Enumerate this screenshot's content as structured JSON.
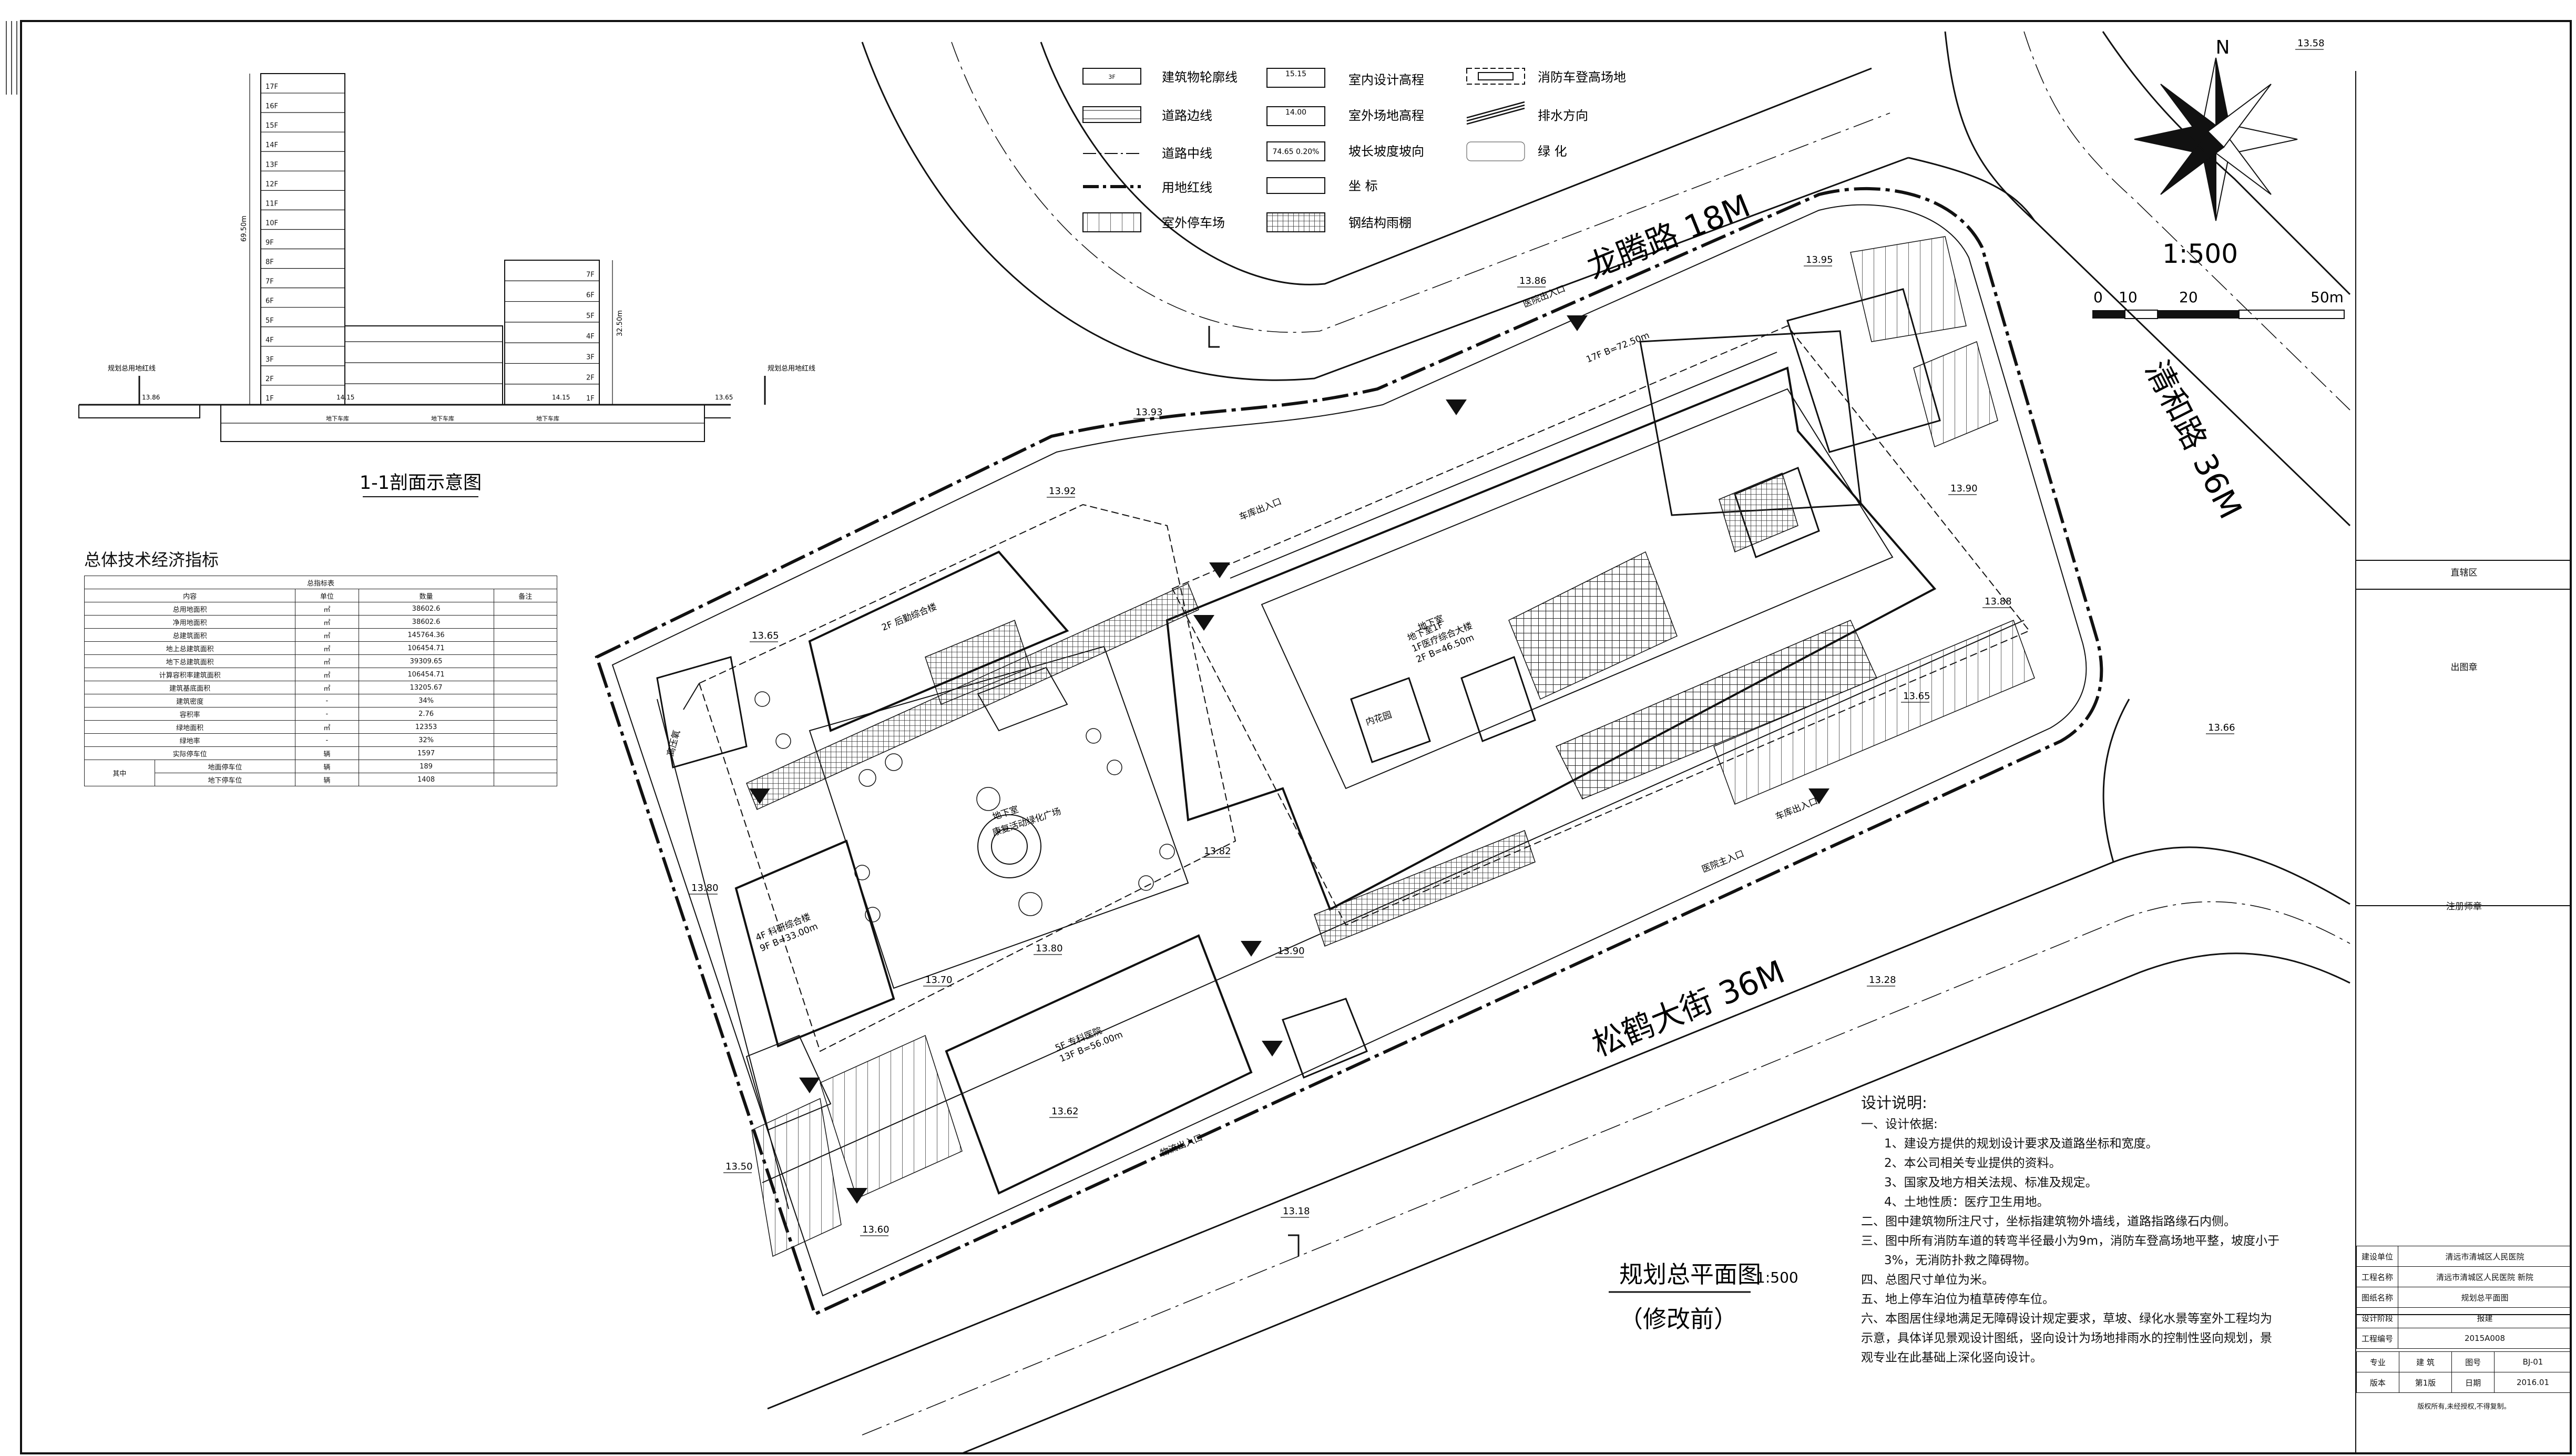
{
  "titles": {
    "main": "规划总平面图",
    "scale": "1:500",
    "status": "（修改前）",
    "section": "1-1剖面示意图",
    "econ": "总体技术经济指标",
    "north": "N",
    "big_scale": "1:500"
  },
  "scalebar": [
    "0",
    "10",
    "20",
    "50m"
  ],
  "roads": {
    "north": "龙腾路 18M",
    "east": "清和路 36M",
    "south": "松鹤大街 36M"
  },
  "legend": [
    {
      "sym": "3F",
      "label": "建筑物轮廓线"
    },
    {
      "sym": "",
      "label": "道路边线"
    },
    {
      "sym": "",
      "label": "道路中线"
    },
    {
      "sym": "",
      "label": "用地红线"
    },
    {
      "sym": "",
      "label": "室外停车场"
    },
    {
      "sym": "15.15",
      "label": "室内设计高程"
    },
    {
      "sym": "14.00",
      "label": "室外场地高程"
    },
    {
      "sym": "74.65  0.20%",
      "label": "坡长坡度坡向"
    },
    {
      "sym": "",
      "label": "坐 标"
    },
    {
      "sym": "",
      "label": "钢结构雨棚"
    },
    {
      "sym": "",
      "label": "消防车登高场地"
    },
    {
      "sym": "",
      "label": "排水方向"
    },
    {
      "sym": "",
      "label": "绿 化"
    }
  ],
  "econ_table": {
    "caption": "总指标表",
    "headers": [
      "内容",
      "单位",
      "数量",
      "备注"
    ],
    "rows": [
      [
        "总用地面积",
        "㎡",
        "38602.6",
        ""
      ],
      [
        "净用地面积",
        "㎡",
        "38602.6",
        ""
      ],
      [
        "总建筑面积",
        "㎡",
        "145764.36",
        ""
      ],
      [
        "地上总建筑面积",
        "㎡",
        "106454.71",
        ""
      ],
      [
        "地下总建筑面积",
        "㎡",
        "39309.65",
        ""
      ],
      [
        "计算容积率建筑面积",
        "㎡",
        "106454.71",
        ""
      ],
      [
        "建筑基底面积",
        "㎡",
        "13205.67",
        ""
      ],
      [
        "建筑密度",
        "-",
        "34%",
        ""
      ],
      [
        "容积率",
        "-",
        "2.76",
        ""
      ],
      [
        "绿地面积",
        "㎡",
        "12353",
        ""
      ],
      [
        "绿地率",
        "-",
        "32%",
        ""
      ],
      [
        "实际停车位",
        "辆",
        "1597",
        ""
      ]
    ],
    "group": "其中",
    "sub_rows": [
      [
        "地面停车位",
        "辆",
        "189",
        ""
      ],
      [
        "地下停车位",
        "辆",
        "1408",
        ""
      ]
    ]
  },
  "section": {
    "floors_left": [
      "17F",
      "16F",
      "15F",
      "14F",
      "13F",
      "12F",
      "11F",
      "10F",
      "9F",
      "8F",
      "7F",
      "6F",
      "5F",
      "4F",
      "3F",
      "2F",
      "1F"
    ],
    "floors_right": [
      "7F",
      "6F",
      "5F",
      "4F",
      "3F",
      "2F",
      "1F"
    ],
    "height_left": "69.50m",
    "height_right": "32.50m",
    "labels": [
      "规划总用地红线",
      "规划总用地红线",
      "地下车库",
      "地下车库",
      "地下车库"
    ],
    "elev": [
      "13.86",
      "14.15",
      "14.15",
      "13.65"
    ]
  },
  "notes": {
    "title": "设计说明:",
    "lines": [
      "一、设计依据:",
      "1、建设方提供的规划设计要求及道路坐标和宽度。",
      "2、本公司相关专业提供的资料。",
      "3、国家及地方相关法规、标准及规定。",
      "4、土地性质：医疗卫生用地。",
      "二、图中建筑物所注尺寸，坐标指建筑物外墙线，道路指路缘石内侧。",
      "三、图中所有消防车道的转弯半径最小为9m，消防车登高场地平整，坡度小于",
      "3%，无消防扑救之障碍物。",
      "四、总图尺寸单位为米。",
      "五、地上停车泊位为植草砖停车位。",
      "六、本图居住绿地满足无障碍设计规定要求，草坡、绿化水景等室外工程均为",
      "示意，具体详见景观设计图纸，竖向设计为场地排雨水的控制性竖向规划，景",
      "观专业在此基础上深化竖向设计。"
    ]
  },
  "title_block": {
    "zone1": "直辖区",
    "zone2": "出图章",
    "zone3": "注册师章",
    "rows": [
      [
        "建设单位",
        "清远市清城区人民医院"
      ],
      [
        "工程名称",
        "清远市清城区人民医院 新院"
      ],
      [
        "图纸名称",
        "规划总平面图"
      ],
      [
        "设计阶段",
        "报建"
      ],
      [
        "工程编号",
        "2015A008"
      ]
    ],
    "bottom": [
      "专业",
      "建 筑",
      "图号",
      "BJ-01",
      "版本",
      "第1版",
      "日期",
      "2016.01"
    ],
    "footer": "版权所有,未经授权,不得复制。"
  },
  "site_labels": {
    "entrance_north": "医院出入口",
    "entrance_south": "医院主入口",
    "parking_entry": "车库出入口",
    "parking_entry2": "车库出入口",
    "flow_entry": "物流出入口",
    "plaza": "地下室",
    "plaza2": "康复活动绿化广场",
    "garden": "内花园",
    "basement": "地下室",
    "main_block": "地下室1F\n1F医疗综合大楼\n2F B=46.50m",
    "block_a": "5F 专科医院\n13F B=56.00m",
    "block_b": "4F 科研综合楼\n9F B=33.00m",
    "block_c": "2F 后勤综合楼",
    "block_d": "17F B=72.50m",
    "boiler": "高压氧"
  },
  "elevations": [
    "13.58",
    "13.86",
    "13.95",
    "13.93",
    "13.92",
    "13.65",
    "13.88",
    "13.66",
    "13.80",
    "13.70",
    "13.80",
    "13.90",
    "13.82",
    "13.28",
    "13.60",
    "13.18",
    "13.62",
    "13.90",
    "13.65",
    "13.50"
  ],
  "colors": {
    "line": "#111111",
    "hatch": "#333333",
    "red_line": "#111111"
  }
}
